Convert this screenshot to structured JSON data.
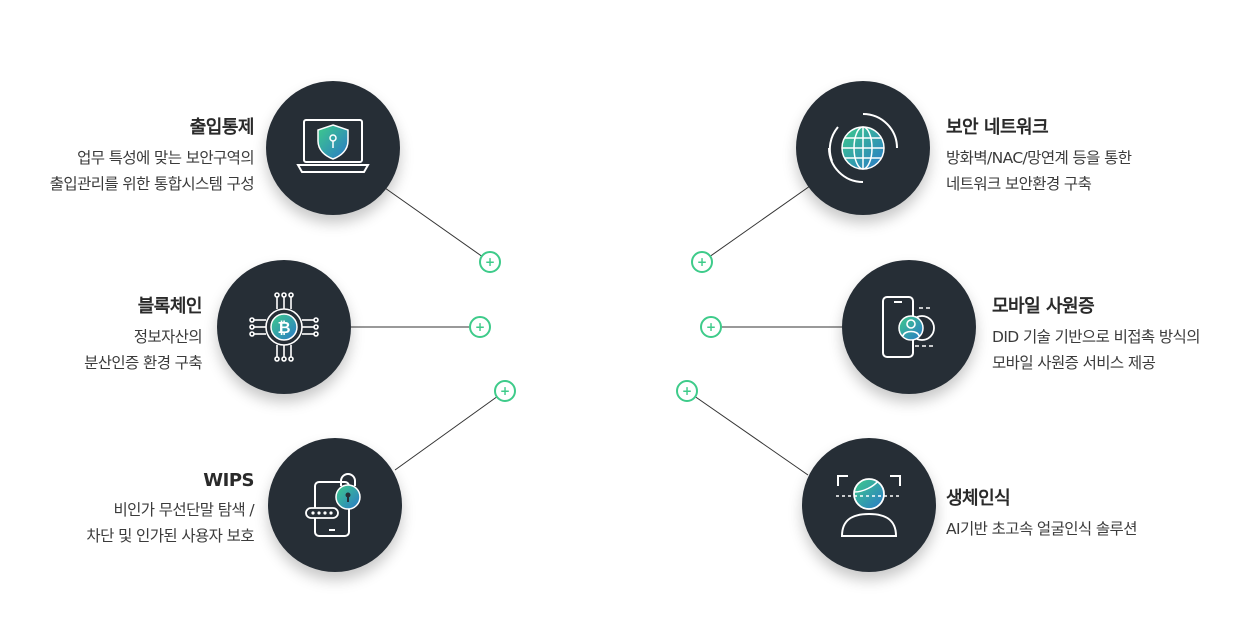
{
  "services": {
    "access_control": {
      "title": "출입통제",
      "line1": "업무 특성에 맞는 보안구역의",
      "line2": "출입관리를 위한 통합시스템 구성",
      "icon": "laptop-shield-icon"
    },
    "blockchain": {
      "title": "블록체인",
      "line1": "정보자산의",
      "line2": "분산인증 환경 구축",
      "icon": "bitcoin-circuit-icon"
    },
    "wips": {
      "title": "WIPS",
      "line1": "비인가 무선단말 탐색 /",
      "line2": "차단 및 인가된 사용자 보호",
      "icon": "phone-lock-icon"
    },
    "secure_network": {
      "title": "보안 네트워크",
      "line1": "방화벽/NAC/망연계 등을 통한",
      "line2": "네트워크 보안환경 구축",
      "icon": "globe-icon"
    },
    "mobile_id": {
      "title": "모바일 사원증",
      "line1": "DID 기술 기반으로 비접촉 방식의",
      "line2": "모바일 사원증 서비스 제공",
      "icon": "mobile-badge-icon"
    },
    "biometrics": {
      "title": "생체인식",
      "line1": "AI기반 초고속 얼굴인식 솔루션",
      "icon": "face-scan-icon"
    }
  },
  "colors": {
    "node_bg": "#262e36",
    "accent": "#3ecb8a",
    "icon_line": "#ffffff",
    "gradient_start": "#3ecb8a",
    "gradient_end": "#2a78c8"
  }
}
